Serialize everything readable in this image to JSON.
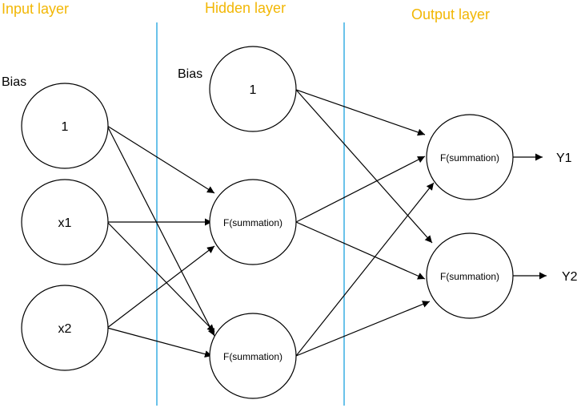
{
  "colors": {
    "layer_title": "#f2b705",
    "divider": "#2aa8e0",
    "ink": "#000000"
  },
  "layers": {
    "input": "Input layer",
    "hidden": "Hidden layer",
    "output": "Output layer"
  },
  "bias_labels": {
    "input": "Bias",
    "hidden": "Bias"
  },
  "nodes": {
    "in_bias": "1",
    "x1": "x1",
    "x2": "x2",
    "h_bias": "1",
    "h1": "F(summation)",
    "h2": "F(summation)",
    "o1": "F(summation)",
    "o2": "F(summation)"
  },
  "outputs": {
    "y1": "Y1",
    "y2": "Y2"
  }
}
